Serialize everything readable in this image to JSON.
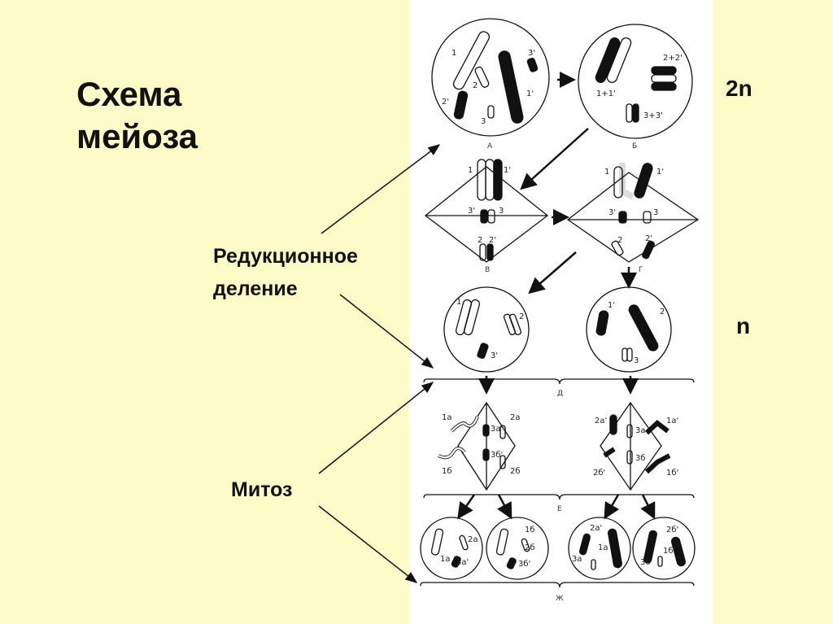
{
  "title": "Схема\nмейоза",
  "labels": {
    "reduction": "Редукционное\nделение",
    "mitosis": "Митоз",
    "diploid": "2n",
    "haploid": "n"
  },
  "stages": {
    "a": "А",
    "b": "Б",
    "v": "В",
    "g": "Г",
    "d": "Д",
    "e": "Е",
    "zh": "Ж"
  },
  "chromosomes": {
    "A": [
      "1",
      "2",
      "2'",
      "3",
      "3'",
      "1'"
    ],
    "B": [
      "2+2'",
      "1+1'",
      "3+3'"
    ],
    "V": [
      "1",
      "1'",
      "3'",
      "3",
      "2",
      "2'"
    ],
    "G": [
      "1",
      "1'",
      "3'",
      "3",
      "2",
      "2'"
    ],
    "D1": [
      "1",
      "2",
      "3'"
    ],
    "D2": [
      "1'",
      "2'",
      "3"
    ],
    "E1": [
      "1а",
      "2а",
      "3а'",
      "3б'",
      "1б",
      "2б"
    ],
    "E2": [
      "2а'",
      "3а",
      "1а'",
      "2б'",
      "3б",
      "1б'"
    ],
    "ZH1": [
      "1а",
      "2а",
      "3а'"
    ],
    "ZH2": [
      "1б",
      "2б",
      "3б'"
    ],
    "ZH3": [
      "2а'",
      "1а",
      "3а"
    ],
    "ZH4": [
      "2б'",
      "1б'",
      "3б"
    ]
  },
  "colors": {
    "background": "#fdfbc8",
    "panel": "#ffffff",
    "ink": "#111111"
  }
}
